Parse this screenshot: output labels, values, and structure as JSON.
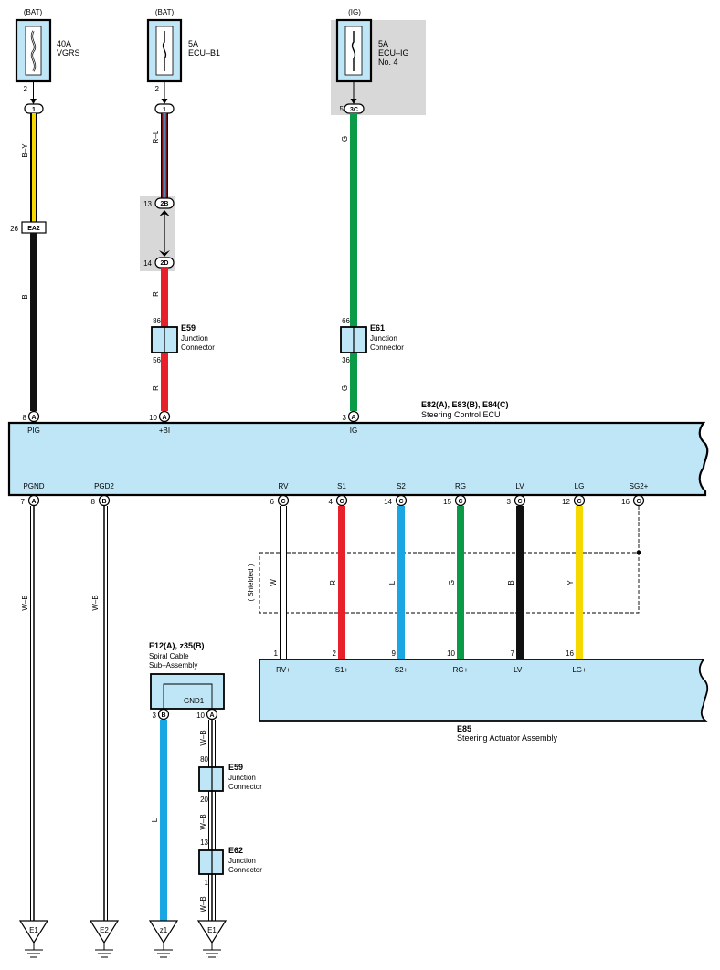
{
  "colors": {
    "yellow": "#f5d800",
    "black": "#111111",
    "red": "#e8202a",
    "green": "#0a9a48",
    "blue": "#1aa6e2",
    "ecu_fill": "#bfe6f6",
    "relay_bg": "#d8d8d8"
  },
  "fuses": [
    {
      "source": "(BAT)",
      "rating": "40A",
      "name": "VGRS",
      "name2": "",
      "pin": "2",
      "connector": "1"
    },
    {
      "source": "(BAT)",
      "rating": "5A",
      "name": "ECU–B1",
      "name2": "",
      "pin": "2",
      "connector": "1"
    },
    {
      "source": "(IG)",
      "rating": "5A",
      "name": "ECU–IG",
      "name2": "No. 4",
      "pin": "5",
      "connector": "3C"
    }
  ],
  "wire_codes": {
    "by": "B–Y",
    "b_top": "B",
    "rl": "R–L",
    "r1": "R",
    "r2": "R",
    "g1": "G",
    "g2": "G",
    "wb1": "W–B",
    "wb2": "W–B",
    "w": "W",
    "r": "R",
    "l": "L",
    "g": "G",
    "b": "B",
    "y": "Y",
    "l_spiral": "L",
    "wb3": "W–B",
    "wb4": "W–B",
    "wb5": "W–B"
  },
  "ea2": {
    "pin": "26",
    "label": "EA2"
  },
  "relay_2b_2d": {
    "top_pin": "13",
    "top_label": "2B",
    "bottom_pin": "14",
    "bottom_label": "2D"
  },
  "junctions": {
    "e59_top": {
      "code": "E59",
      "line1": "Junction",
      "line2": "Connector",
      "pin_in": "86",
      "pin_out": "56"
    },
    "e61": {
      "code": "E61",
      "line1": "Junction",
      "line2": "Connector",
      "pin_in": "66",
      "pin_out": "36"
    },
    "e59_bottom": {
      "code": "E59",
      "line1": "Junction",
      "line2": "Connector",
      "pin_in": "80",
      "pin_out": "20"
    },
    "e62": {
      "code": "E62",
      "line1": "Junction",
      "line2": "Connector",
      "pin_in": "13",
      "pin_out": "1"
    }
  },
  "ecu": {
    "title": "E82(A), E83(B), E84(C)",
    "subtitle": "Steering Control ECU",
    "top_terminals": [
      {
        "pin": "8",
        "conn": "A",
        "label": "PIG"
      },
      {
        "pin": "10",
        "conn": "A",
        "label": "+BI"
      },
      {
        "pin": "3",
        "conn": "A",
        "label": "IG"
      }
    ],
    "bottom_terminals": [
      {
        "pin": "7",
        "conn": "A",
        "label": "PGND"
      },
      {
        "pin": "8",
        "conn": "B",
        "label": "PGD2"
      },
      {
        "pin": "6",
        "conn": "C",
        "label": "RV"
      },
      {
        "pin": "4",
        "conn": "C",
        "label": "S1"
      },
      {
        "pin": "14",
        "conn": "C",
        "label": "S2"
      },
      {
        "pin": "15",
        "conn": "C",
        "label": "RG"
      },
      {
        "pin": "3",
        "conn": "C",
        "label": "LV"
      },
      {
        "pin": "12",
        "conn": "C",
        "label": "LG"
      },
      {
        "pin": "16",
        "conn": "C",
        "label": "SG2+"
      }
    ]
  },
  "shielded_label": "( Shielded )",
  "actuator": {
    "code": "E85",
    "name": "Steering Actuator Assembly",
    "terminals": [
      {
        "pin": "1",
        "label": "RV+"
      },
      {
        "pin": "2",
        "label": "S1+"
      },
      {
        "pin": "9",
        "label": "S2+"
      },
      {
        "pin": "10",
        "label": "RG+"
      },
      {
        "pin": "7",
        "label": "LV+"
      },
      {
        "pin": "16",
        "label": "LG+"
      }
    ]
  },
  "spiral": {
    "code": "E12(A), z35(B)",
    "line1": "Spiral Cable",
    "line2": "Sub–Assembly",
    "inner_label": "GND1",
    "pin_b": "3",
    "conn_b": "B",
    "pin_a": "10",
    "conn_a": "A"
  },
  "grounds": [
    {
      "label": "E1"
    },
    {
      "label": "E2"
    },
    {
      "label": "z1"
    },
    {
      "label": "E1"
    }
  ]
}
